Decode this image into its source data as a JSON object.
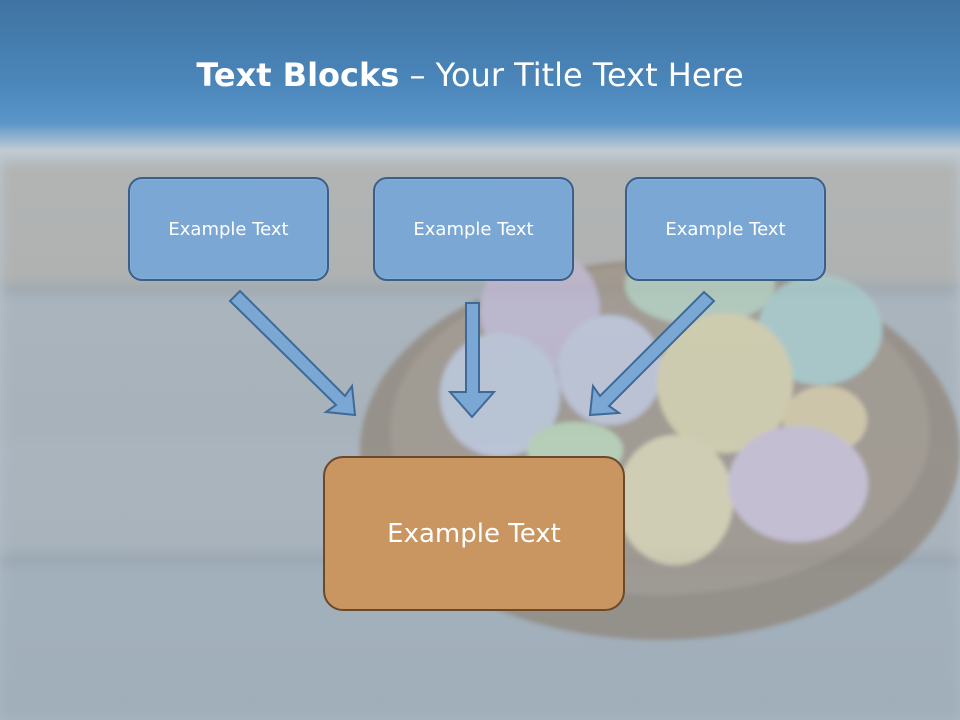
{
  "slide": {
    "title_bold": "Text Blocks",
    "title_dash": " – ",
    "title_rest": "Your Title Text Here"
  },
  "boxes": {
    "top_left": "Example Text",
    "top_center": "Example Text",
    "top_right": "Example Text",
    "main": "Example Text"
  },
  "colors": {
    "header": "#4b86ba",
    "small_box_fill": "#7aa7d4",
    "small_box_border": "#3a5f8a",
    "main_box_fill": "#c99561",
    "main_box_border": "#6a4a2a",
    "arrow_fill": "#7aa7d4",
    "arrow_border": "#3f6a98"
  }
}
